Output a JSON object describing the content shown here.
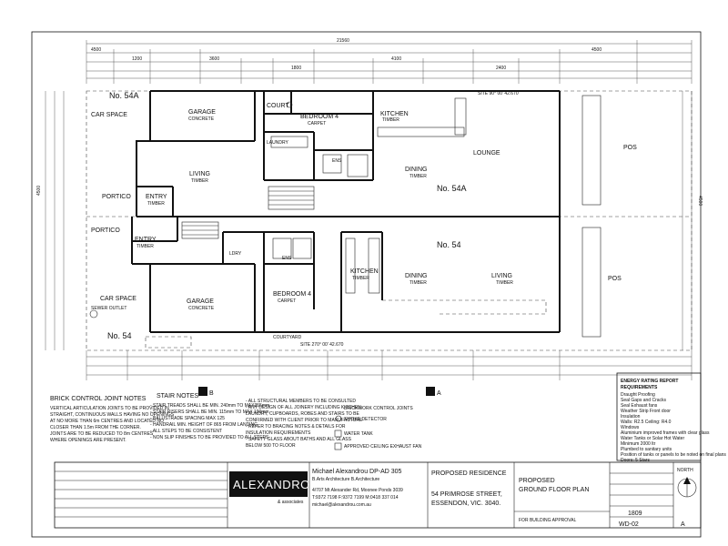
{
  "units": {
    "north": {
      "car_space": "CAR SPACE",
      "unit_label": "No. 54A",
      "garage": "GARAGE",
      "garage_sub": "CONCRETE",
      "court": "COURT",
      "bedroom": "BEDROOM 4",
      "bedroom_sub": "CARPET",
      "laundry": "LAUNDRY",
      "ens": "ENS",
      "living": "LIVING",
      "living_sub": "TIMBER",
      "portico": "PORTICO",
      "entry": "ENTRY",
      "entry_sub": "TIMBER",
      "kitchen": "KITCHEN",
      "kitchen_sub": "TIMBER",
      "lounge": "LOUNGE",
      "dining": "DINING",
      "dining_sub": "TIMBER",
      "big_label": "No. 54A",
      "pos": "POS",
      "site_note": "SITE 90° 00' 42.670"
    },
    "south": {
      "car_space": "CAR SPACE",
      "unit_label": "No. 54",
      "garage": "GARAGE",
      "garage_sub": "CONCRETE",
      "court": "COURTYARD",
      "bedroom": "BEDROOM 4",
      "bedroom_sub": "CARPET",
      "ldry": "LDRY",
      "ens": "ENS",
      "portico": "PORTICO",
      "entry": "ENTRY",
      "entry_sub": "TIMBER",
      "kitchen": "KITCHEN",
      "kitchen_sub": "TIMBER",
      "dining": "DINING",
      "dining_sub": "TIMBER",
      "living": "LIVING",
      "living_sub": "TIMBER",
      "big_label": "No. 54",
      "pos": "POS",
      "sewer": "SEWER OUTLET",
      "site_note": "SITE 270° 00' 42.670"
    }
  },
  "section_marks": {
    "b": "B",
    "a": "A"
  },
  "dims": {
    "top_overall": "21560",
    "left_side": "4500",
    "right_side": "4500"
  },
  "notes": {
    "brick_title": "BRICK CONTROL JOINT NOTES",
    "brick_lines": [
      "VERTICAL ARTICULATION JOINTS TO BE PROVIDED IN",
      "STRAIGHT, CONTINUOUS WALLS HAVING NO OPENINGS",
      "AT NO MORE THAN 6m CENTRES AND LOCATED NO",
      "CLOSER THAN 1.5m FROM THE CORNER.",
      "JOINTS ARE TO BE REDUCED TO 8m CENTRES",
      "WHERE OPENINGS ARE PRESENT."
    ],
    "stair_title": "STAIR NOTES",
    "stair_lines": [
      "- STAIR TREADS SHALL BE MIN. 240mm TO MAX355mm",
      "- STAIR RISERS SHALL BE MIN. 115mm TO MAX 190mm",
      "- BALUSTRADE SPACING MAX 125",
      "- HANDRAIL MIN. HEIGHT OF 865 FROM LANDING",
      "- ALL STEPS TO BE CONSISTENT",
      "- NON SLIP FINISHES TO BE PROVIDED TO ALL STEPS"
    ],
    "struct_lines": [
      "- ALL STRUCTURAL MEMBERS TO BE CONSULTED",
      "- ANY DESIGN OF ALL JOINERY INCLUDING KITCHEN,",
      "  LAUNDRY, CUPBOARDS, ROBES AND STAIRS TO BE",
      "  CONFIRMED WITH CLIENT PRIOR TO MANUFACTURE",
      "- REFER TO BRACING NOTES & DETAILS FOR",
      "  INSULATION REQUIREMENTS",
      "- SAFETY GLASS ABOUT BATHS AND ALL GLASS",
      "  BELOW 500 TO FLOOR"
    ],
    "legend_lines": [
      "BRICKWORK CONTROL JOINTS",
      "SMOKE DETECTOR",
      "WATER TANK",
      "APPROVED CEILING EXHAUST FAN"
    ]
  },
  "energy": {
    "title": "ENERGY RATING REPORT",
    "subtitle": "REQUIREMENTS",
    "lines": [
      "Draught Proofing",
      "Seal Gaps and Cracks",
      "Seal Exhaust fans",
      "Weather Strip Front door",
      "Insulation",
      "Walls:  R2.5   Ceiling:  R4.0",
      "Windows",
      "Aluminium improved frames with clear glass",
      "Water Tanks or Solar Hot Water",
      "Minimum 2000 ltr",
      "Plumbed to sanitary units",
      "Position of tanks or panels to be noted on final plans",
      "Doors: 5 Stars"
    ]
  },
  "title_block": {
    "firm": "ALEXANDROU",
    "firm_sub": "& associates",
    "person": "Michael Alexandrou  DP-AD 305",
    "quals": "B.Arts Architecture B.Architecture",
    "address": "4/707 Mt Alexander Rd, Moonee Ponds 3039",
    "phone": "T:9372 7198   F:9372 7199   M:0418 337 014",
    "email": "michael@alexandrou.com.au",
    "project_label": "PROPOSED RESIDENCE",
    "project_addr1": "54 PRIMROSE STREET,",
    "project_addr2": "ESSENDON, VIC. 3040.",
    "drawing_title1": "PROPOSED",
    "drawing_title2": "GROUND FLOOR PLAN",
    "status": "FOR BUILDING APPROVAL",
    "job_no": "1809",
    "drawing_no": "WD-02",
    "rev": "A",
    "north": "NORTH"
  }
}
